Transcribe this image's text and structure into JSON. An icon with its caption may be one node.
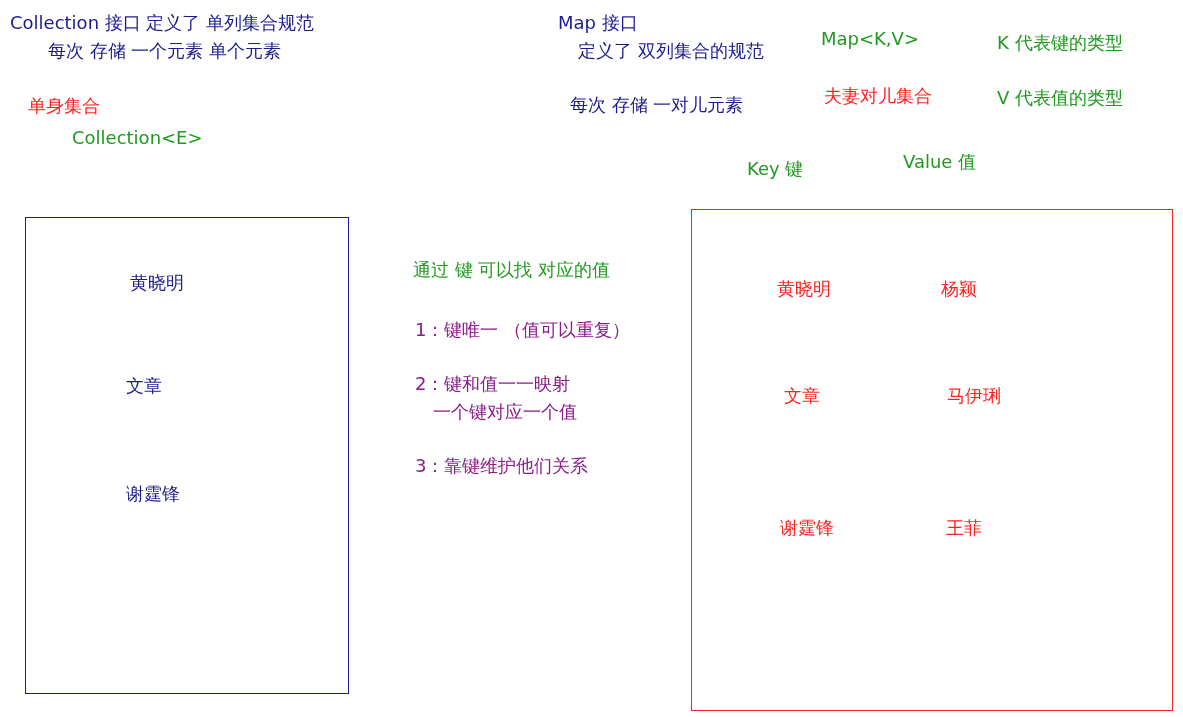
{
  "diagram": {
    "nodes": [
      {
        "text": [
          "黄晓明",
          "文章",
          "谢霆锋"
        ]
      },
      {
        "text": [
          "黄晓明",
          "杨颖",
          "文章",
          "马伊琍",
          "谢霆锋",
          "王菲"
        ]
      }
    ],
    "labels": [
      "Collection 接口 定义了 单列集合规范",
      "每次 存储 一个元素 单个元素",
      "Map 接口",
      "定义了 双列集合的规范",
      "Map<K,V>",
      "K 代表键的类型",
      "单身集合",
      "每次 存储 一对儿元素",
      "夫妻对儿集合",
      "V 代表值的类型",
      "Collection<E>",
      "Key 键",
      "Value 值",
      "通过 键 可以找 对应的值",
      "1：键唯一 （值可以重复）",
      "2：键和值一一映射",
      "一个键对应一个值",
      "3：靠键维护他们关系"
    ]
  }
}
